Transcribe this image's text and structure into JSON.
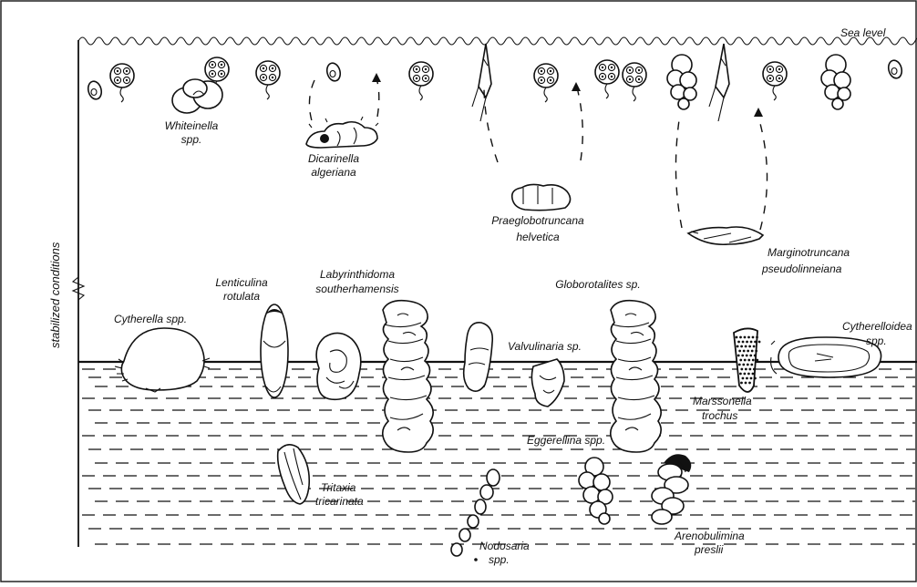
{
  "labels": {
    "sea_level": "Sea level",
    "stabilized": "stabilized conditions",
    "whiteinella": [
      "Whiteinella",
      "spp."
    ],
    "dicarinella": [
      "Dicarinella",
      "algeriana"
    ],
    "praeglobotruncana": [
      "Praeglobotruncana",
      "helvetica"
    ],
    "marginotruncana": [
      "Marginotruncana",
      "pseudolinneiana"
    ],
    "labyrinthidoma": [
      "Labyrinthidoma",
      "southerhamensis"
    ],
    "globorotalites": [
      "Globorotalites sp."
    ],
    "lenticulina": [
      "Lenticulina",
      "rotulata"
    ],
    "cytherella": [
      "Cytherella spp."
    ],
    "valvulinaria": [
      "Valvulinaria sp."
    ],
    "cytherelloidea": [
      "Cytherelloidea",
      "spp."
    ],
    "marssonella": [
      "Marssonella",
      "trochus"
    ],
    "eggerellina": [
      "Eggerellina spp."
    ],
    "tritaxia": [
      "Tritaxia",
      "tricarinata"
    ],
    "nodosaria": [
      "Nodosaria",
      "spp."
    ],
    "arenobulimina": [
      "Arenobulimina",
      "preslii"
    ]
  }
}
